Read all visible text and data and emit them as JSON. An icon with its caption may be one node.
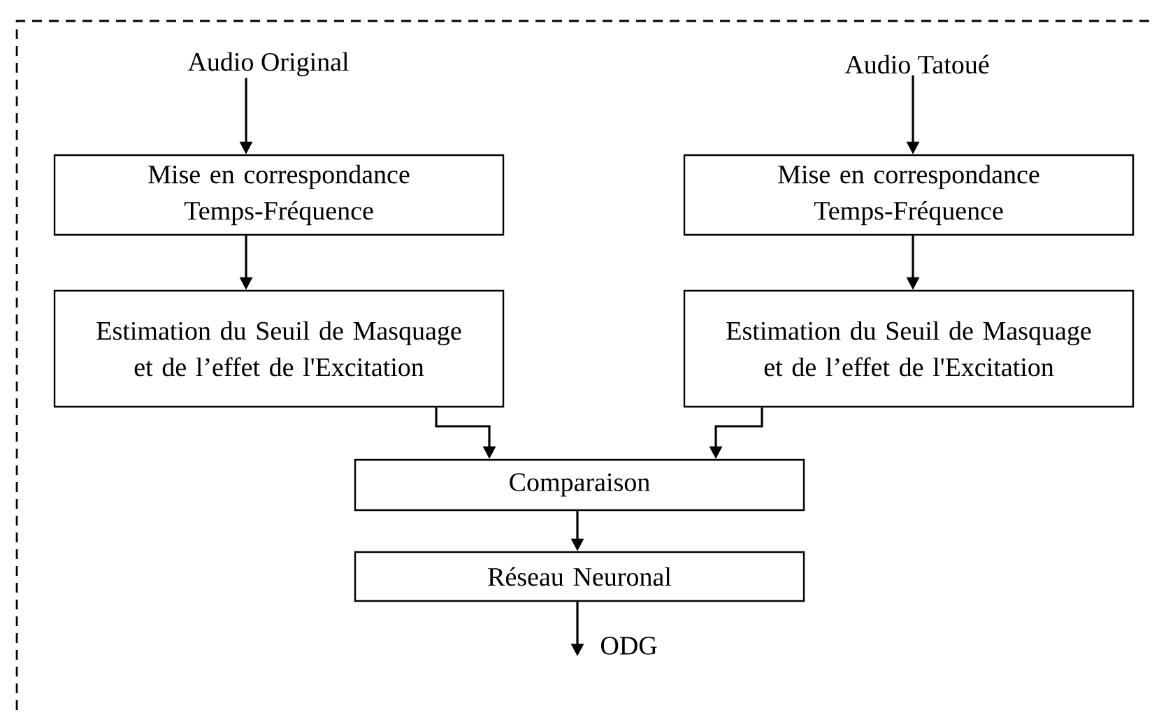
{
  "diagram": {
    "nodes": [
      {
        "text": [
          "Audio Original"
        ]
      },
      {
        "text": [
          "Audio Tatoué"
        ]
      },
      {
        "text": [
          "Mise en correspondance Temps-Fréquence"
        ]
      },
      {
        "text": [
          "Mise en correspondance Temps-Fréquence"
        ]
      },
      {
        "text": [
          "Estimation du Seuil de Masquage et de l’effet de l'Excitation"
        ]
      },
      {
        "text": [
          "Estimation du Seuil de Masquage et de l’effet de l'Excitation"
        ]
      },
      {
        "text": [
          "Comparaison"
        ]
      },
      {
        "text": [
          "Réseau Neuronal"
        ]
      },
      {
        "text": [
          "ODG"
        ]
      }
    ],
    "edges": [
      {
        "from": 0,
        "to": 2,
        "arrow": "to"
      },
      {
        "from": 1,
        "to": 3,
        "arrow": "to"
      },
      {
        "from": 2,
        "to": 4,
        "arrow": "to"
      },
      {
        "from": 3,
        "to": 5,
        "arrow": "to"
      },
      {
        "from": 4,
        "to": 6,
        "arrow": "to"
      },
      {
        "from": 5,
        "to": 6,
        "arrow": "to"
      },
      {
        "from": 6,
        "to": 7,
        "arrow": "to"
      },
      {
        "from": 7,
        "to": 8,
        "arrow": "to"
      }
    ]
  }
}
